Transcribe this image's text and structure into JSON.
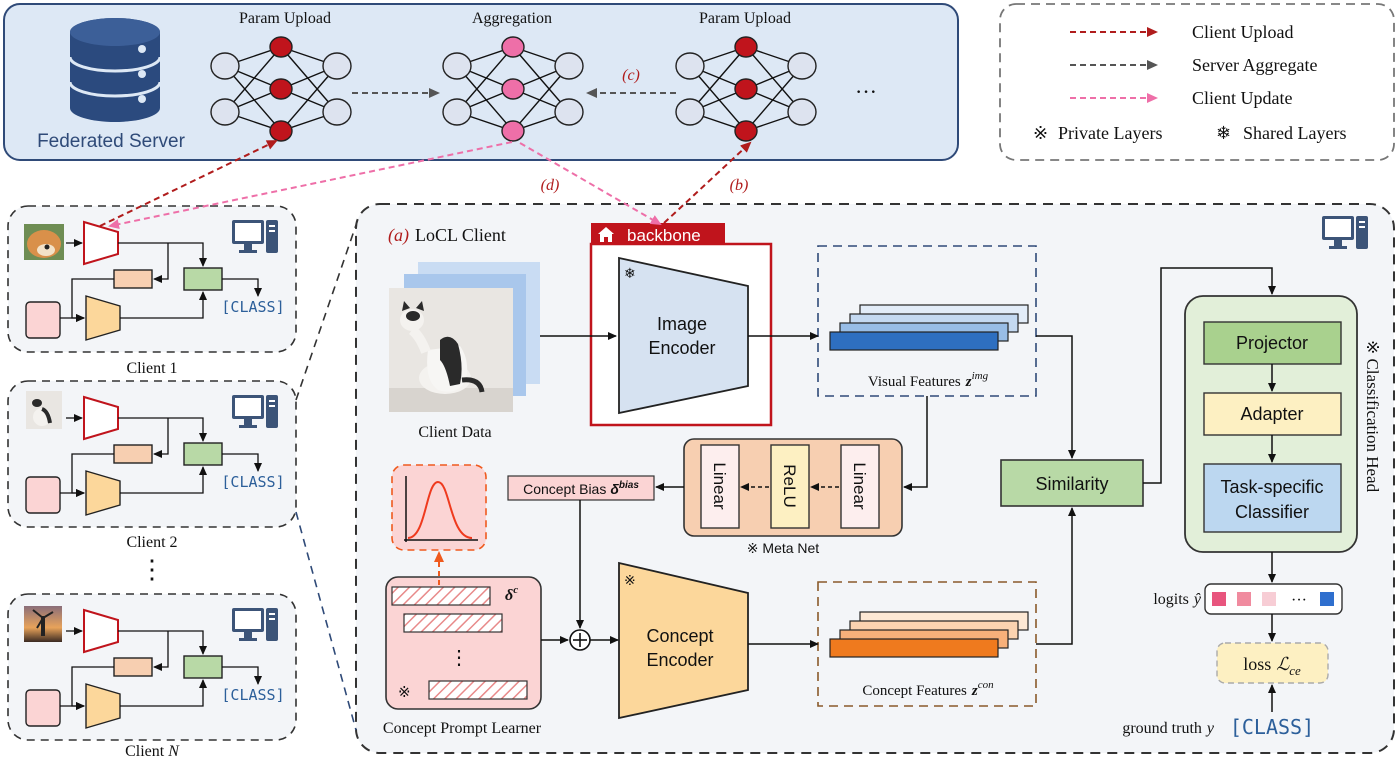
{
  "server": {
    "title": "Federated Server",
    "param_upload_left": "Param Upload",
    "aggregation": "Aggregation",
    "param_upload_right": "Param Upload",
    "ellipsis": "···",
    "step_c": "(c)"
  },
  "legend": {
    "client_upload": "Client Upload",
    "server_aggregate": "Server Aggregate",
    "client_update": "Client Update",
    "private_layers": "Private Layers",
    "shared_layers": "Shared Layers",
    "private_symbol": "※",
    "shared_symbol": "❄"
  },
  "arrows": {
    "step_d": "(d)",
    "step_b": "(b)"
  },
  "clients": [
    {
      "label": "Client 1",
      "class_text": "[CLASS]"
    },
    {
      "label": "Client 2",
      "class_text": "[CLASS]"
    },
    {
      "label_prefix": "Client ",
      "label_var": "N",
      "class_text": "[CLASS]"
    }
  ],
  "clients_ellipsis": "⋮",
  "main": {
    "step_a": "(a)",
    "title": "LoCL Client",
    "backbone": "backbone",
    "client_data": "Client Data",
    "image_encoder_l1": "Image",
    "image_encoder_l2": "Encoder",
    "visual_features": "Visual Features",
    "visual_sym": "z",
    "visual_sup": "img",
    "meta_net_linear_1": "Linear",
    "meta_net_relu": "ReLU",
    "meta_net_linear_2": "Linear",
    "meta_net_label": "※ Meta Net",
    "concept_bias": "Concept Bias",
    "concept_bias_sym": "δ",
    "concept_bias_sup": "bias",
    "delta_c_sym": "δ",
    "delta_c_sup": "c",
    "prompt_ellipsis": "⋮",
    "concept_prompt_learner": "Concept Prompt Learner",
    "concept_encoder_l1": "Concept",
    "concept_encoder_l2": "Encoder",
    "concept_features": "Concept Features",
    "concept_sym": "z",
    "concept_sup": "con",
    "similarity": "Similarity",
    "projector": "Projector",
    "adapter": "Adapter",
    "classifier_l1": "Task-specific",
    "classifier_l2": "Classifier",
    "classification_head": "※ Classification Head",
    "logits": "logits",
    "logits_sym": "ŷ",
    "logits_ellipsis": "···",
    "loss": "loss",
    "loss_sym": "ℒ",
    "loss_sub": "ce",
    "ground_truth": "ground truth",
    "ground_truth_sym": "y",
    "class_text": "[CLASS]"
  },
  "colors": {
    "server_bg": "#dde8f5",
    "client_upload": "#b01c1c",
    "server_aggregate": "#555555",
    "client_update": "#ee6fa8",
    "backbone": "#c0141c",
    "visual_feature": "#2e6fc0",
    "concept_feature": "#ef7a1e",
    "similarity": "#b8d9a6",
    "projector": "#a9d18e",
    "adapter": "#fdf0c2",
    "classifier": "#bcd7f0",
    "head_bg": "#e2efd9",
    "meta_net_bg": "#f7cfb1",
    "prompt_bg": "#fbd4d4"
  }
}
